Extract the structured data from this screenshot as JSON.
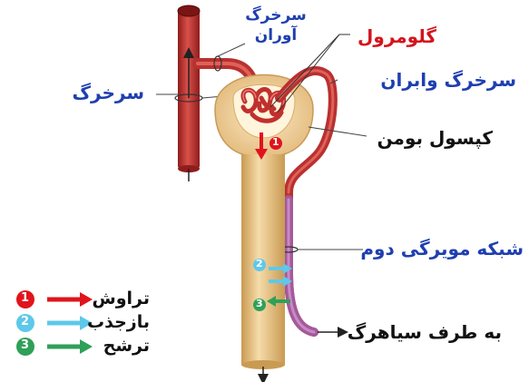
{
  "labels": {
    "artery": "سرخرگ",
    "afferent": "سرخرگ\nآوران",
    "glomerulus": "گلومرول",
    "efferent": "سرخرگ وابران",
    "bowman": "کپسول بومن",
    "second_network": "شبکه مویرگی دوم",
    "to_vein": "به طرف سیاهرگ"
  },
  "legend": [
    {
      "number": "1",
      "label": "تراوش",
      "color": "#e0141c"
    },
    {
      "number": "2",
      "label": "بازجذب",
      "color": "#5ec8ea"
    },
    {
      "number": "3",
      "label": "ترشح",
      "color": "#2fa058"
    }
  ],
  "markers": {
    "filtration": "1",
    "reabsorption": "2",
    "secretion": "3"
  },
  "colors": {
    "artery": "#b8312f",
    "artery_light": "#e0605a",
    "tubule": "#e9c48a",
    "tubule_dark": "#c89a56",
    "capillary": "#a35a9c",
    "label_blue": "#1f3fb0",
    "label_red": "#d4141c"
  }
}
